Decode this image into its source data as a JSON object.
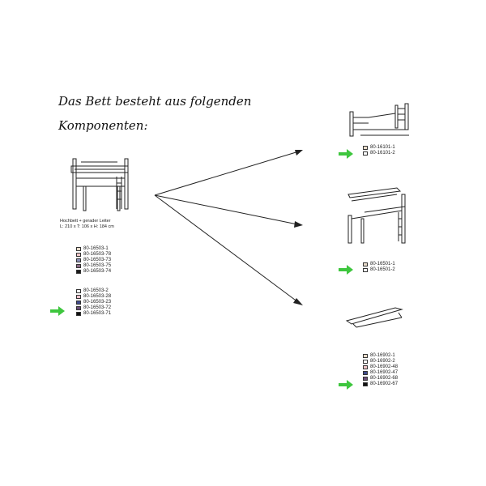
{
  "title_line1": "Das Bett besteht aus folgenden",
  "title_line2": "Komponenten:",
  "main_product": {
    "caption_line1": "Hochbett + gerader Leiter",
    "caption_line2": "L: 210 x T: 106 x H: 184 cm",
    "group1": [
      {
        "code": "80-16503-1",
        "color": "#e9dccb"
      },
      {
        "code": "80-16503-78",
        "color": "#f0c6c8"
      },
      {
        "code": "80-16503-73",
        "color": "#8b8fb8"
      },
      {
        "code": "80-16503-75",
        "color": "#8b6a86"
      },
      {
        "code": "80-16503-74",
        "color": "#1a1a1a"
      }
    ],
    "group2": [
      {
        "code": "80-16503-2",
        "color": "#ffffff"
      },
      {
        "code": "80-16503-28",
        "color": "#f3c2cc"
      },
      {
        "code": "80-16503-23",
        "color": "#3f4a8c"
      },
      {
        "code": "80-16503-72",
        "color": "#6a4d78"
      },
      {
        "code": "80-16503-71",
        "color": "#111111"
      }
    ]
  },
  "component1": [
    {
      "code": "80-16101-1",
      "color": "#e9dccb"
    },
    {
      "code": "80-16101-2",
      "color": "#ffffff"
    }
  ],
  "component2": [
    {
      "code": "80-16501-1",
      "color": "#e9dccb"
    },
    {
      "code": "80-16501-2",
      "color": "#ffffff"
    }
  ],
  "component3": [
    {
      "code": "80-16902-1",
      "color": "#e9dccb"
    },
    {
      "code": "80-16902-2",
      "color": "#ffffff"
    },
    {
      "code": "80-16902-48",
      "color": "#f0c6c8"
    },
    {
      "code": "80-16902-47",
      "color": "#3f4a8c"
    },
    {
      "code": "80-16902-68",
      "color": "#6a4d78"
    },
    {
      "code": "80-16902-67",
      "color": "#111111"
    }
  ],
  "colors": {
    "arrow_green": "#3ec63e",
    "line": "#222222"
  }
}
